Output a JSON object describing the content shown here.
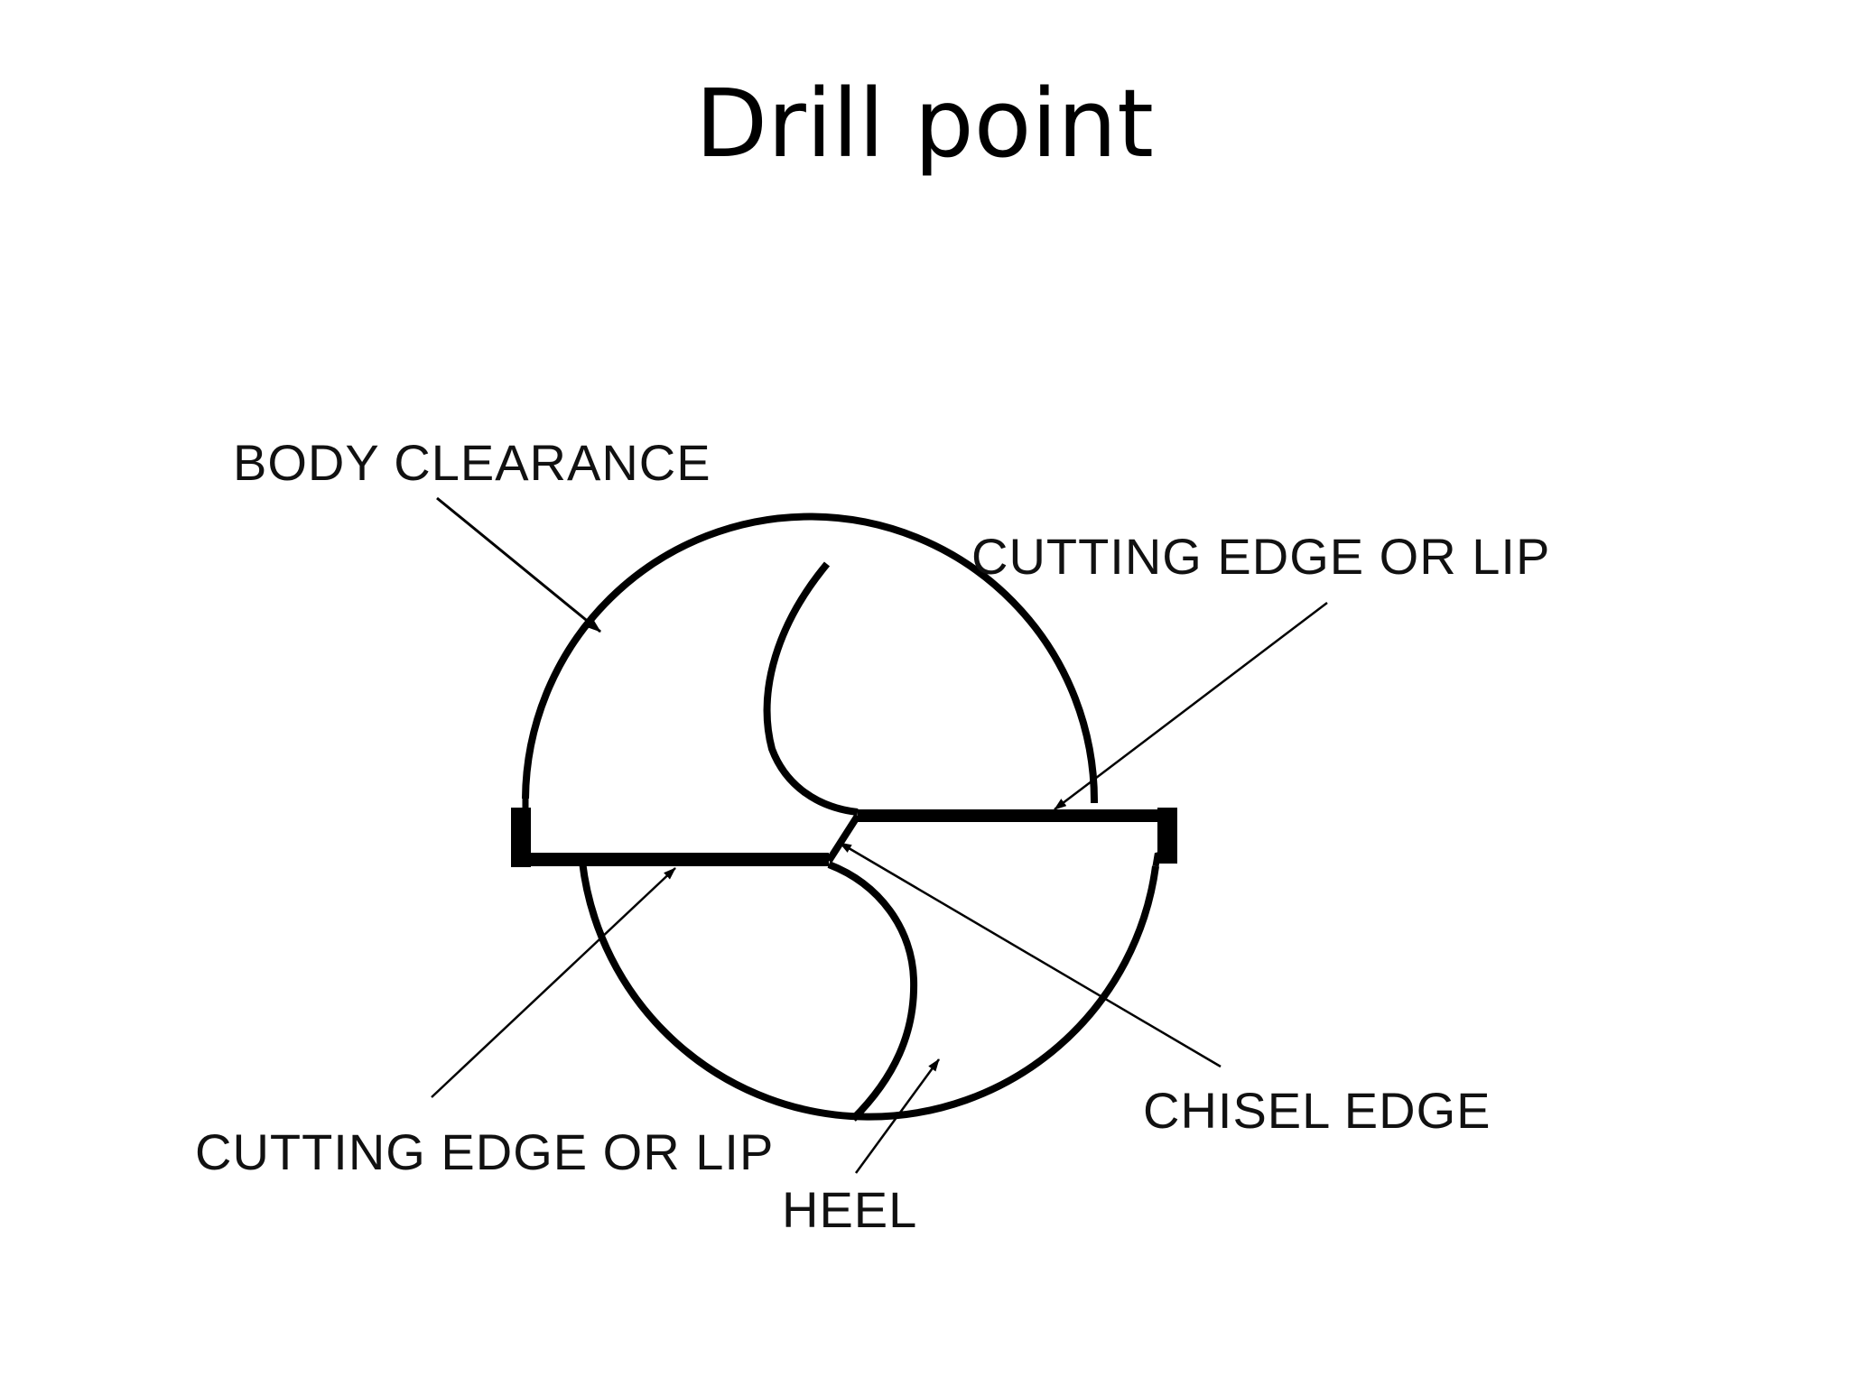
{
  "slide": {
    "title": "Drill point"
  },
  "labels": {
    "body_clearance": "BODY CLEARANCE",
    "cutting_edge_top": "CUTTING EDGE OR LIP",
    "cutting_edge_bottom": "CUTTING EDGE OR LIP",
    "chisel_edge": "CHISEL EDGE",
    "heel": "HEEL"
  },
  "colors": {
    "background": "#ffffff",
    "ink": "#000000"
  }
}
